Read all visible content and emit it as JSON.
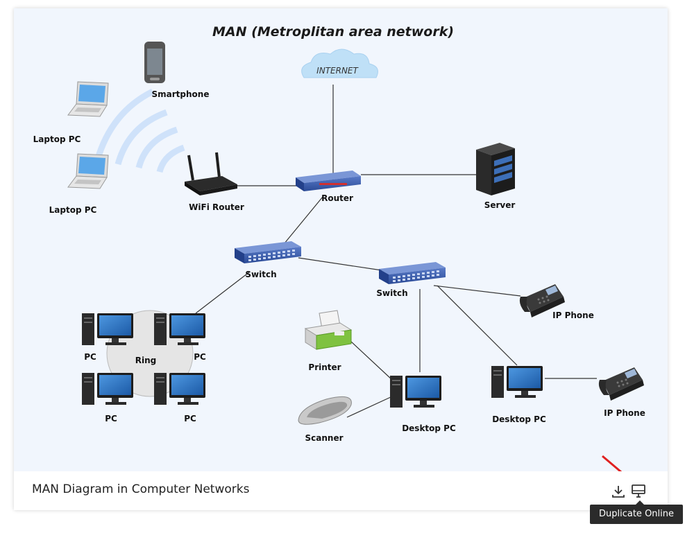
{
  "diagram": {
    "title": "MAN (Metroplitan area network)",
    "internet_label": "INTERNET",
    "labels": {
      "smartphone": "Smartphone",
      "laptop1": "Laptop PC",
      "laptop2": "Laptop PC",
      "wifi_router": "WiFi Router",
      "router": "Router",
      "server": "Server",
      "switch1": "Switch",
      "switch2": "Switch",
      "ip_phone1": "IP Phone",
      "ip_phone2": "IP Phone",
      "printer": "Printer",
      "scanner": "Scanner",
      "desktop1": "Desktop PC",
      "desktop2": "Desktop PC",
      "ring": "Ring",
      "pc_tl": "PC",
      "pc_tr": "PC",
      "pc_bl": "PC",
      "pc_br": "PC"
    }
  },
  "footer": {
    "title": "MAN Diagram in Computer Networks",
    "download_icon": "download-icon",
    "duplicate_icon": "monitor-icon"
  },
  "tooltip": {
    "text": "Duplicate Online"
  },
  "colors": {
    "canvas_bg": "#f1f6fd",
    "monitor_blue": "#2f76c6",
    "switch_blue": "#3557a8",
    "wifi_wave": "#cfe2fa"
  }
}
